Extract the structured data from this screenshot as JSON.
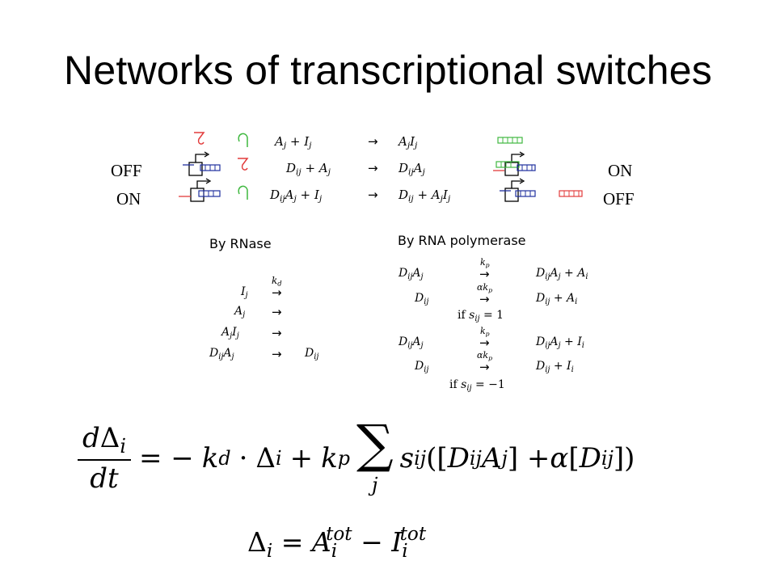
{
  "title": "Networks of transcriptional switches",
  "states": {
    "left_top": "OFF",
    "left_bottom": "ON",
    "right_top": "ON",
    "right_bottom": "OFF"
  },
  "top_reactions": [
    {
      "lhs": "A_j + I_j",
      "arrow": "→",
      "rhs": "A_j I_j"
    },
    {
      "lhs": "D_ij + A_j",
      "arrow": "→",
      "rhs": "D_ij A_j"
    },
    {
      "lhs": "D_ij A_j + I_j",
      "arrow": "→",
      "rhs": "D_ij + A_j I_j"
    }
  ],
  "labels": {
    "rnase": "By RNase",
    "rnap": "By RNA polymerase"
  },
  "rnase_rate": "k_d",
  "rnase_reactions": [
    {
      "lhs": "I_j",
      "arrow": "→",
      "rhs": ""
    },
    {
      "lhs": "A_j",
      "arrow": "→",
      "rhs": ""
    },
    {
      "lhs": "A_j I_j",
      "arrow": "→",
      "rhs": ""
    },
    {
      "lhs": "D_ij A_j",
      "arrow": "→",
      "rhs": "D_ij"
    }
  ],
  "rnap_blocks": [
    {
      "rows": [
        {
          "lhs": "D_ij A_j",
          "rate": "k_p",
          "rhs": "D_ij A_j + A_i"
        },
        {
          "lhs": "D_ij",
          "rate": "αk_p",
          "rhs": "D_ij + A_i"
        }
      ],
      "condition": "if s_ij = 1"
    },
    {
      "rows": [
        {
          "lhs": "D_ij A_j",
          "rate": "k_p",
          "rhs": "D_ij A_j + I_i"
        },
        {
          "lhs": "D_ij",
          "rate": "αk_p",
          "rhs": "D_ij + I_i"
        }
      ],
      "condition": "if s_ij = −1"
    }
  ],
  "equation1": "dΔ_i/dt = −k_d · Δ_i + k_p Σ_j s_ij([D_ij A_j] + α[D_ij])",
  "equation2": "Δ_i = A_i^tot − I_i^tot",
  "colors": {
    "red": "#e23b3b",
    "green": "#3fb83f",
    "blue": "#1f2f9e",
    "black": "#000000"
  }
}
